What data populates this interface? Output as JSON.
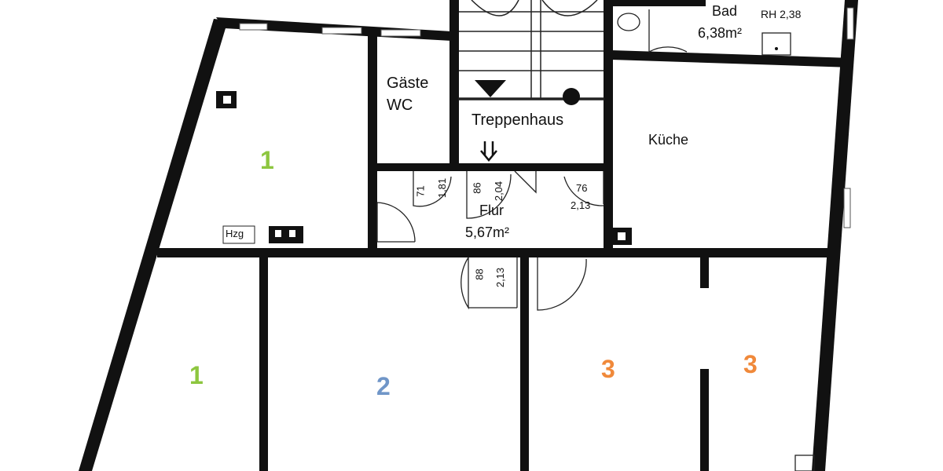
{
  "rooms": {
    "gaeste_wc": [
      "Gäste",
      "WC"
    ],
    "treppenhaus": "Treppenhaus",
    "kueche": "Küche",
    "bad": {
      "name": "Bad",
      "area": "6,38m²",
      "height": "RH 2,38"
    },
    "flur": {
      "name": "Flur",
      "area": "5,67m²"
    },
    "hzg": "Hzg"
  },
  "doors": [
    {
      "width": "71",
      "height": "1,81"
    },
    {
      "width": "86",
      "height": "2,04"
    },
    {
      "width": "76",
      "height": "2,13"
    },
    {
      "width": "88",
      "height": "2,13"
    }
  ],
  "zone_markers": [
    {
      "label": "1",
      "color": "#8dc63f"
    },
    {
      "label": "1",
      "color": "#8dc63f"
    },
    {
      "label": "2",
      "color": "#7096c8"
    },
    {
      "label": "3",
      "color": "#f0893a"
    },
    {
      "label": "3",
      "color": "#f0893a"
    }
  ]
}
